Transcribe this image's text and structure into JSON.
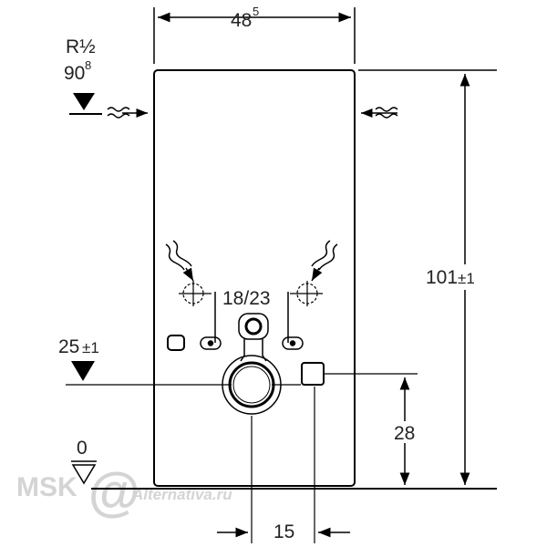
{
  "dimensions": {
    "width_main": "48",
    "width_sup": "5",
    "inlet_thread": "R½",
    "inlet_height_main": "90",
    "inlet_height_sup": "8",
    "seat_spacing": "18/23",
    "flush_height_main": "25",
    "flush_height_tol": "±1",
    "total_height_main": "101",
    "total_height_tol": "±1",
    "outlet_height": "28",
    "floor_level": "0",
    "outlet_offset": "15"
  },
  "watermark": {
    "left": "MSK",
    "at": "@",
    "right": "Alternativa.ru"
  },
  "colors": {
    "line": "#000000",
    "watermark": "#d4d4d4"
  }
}
